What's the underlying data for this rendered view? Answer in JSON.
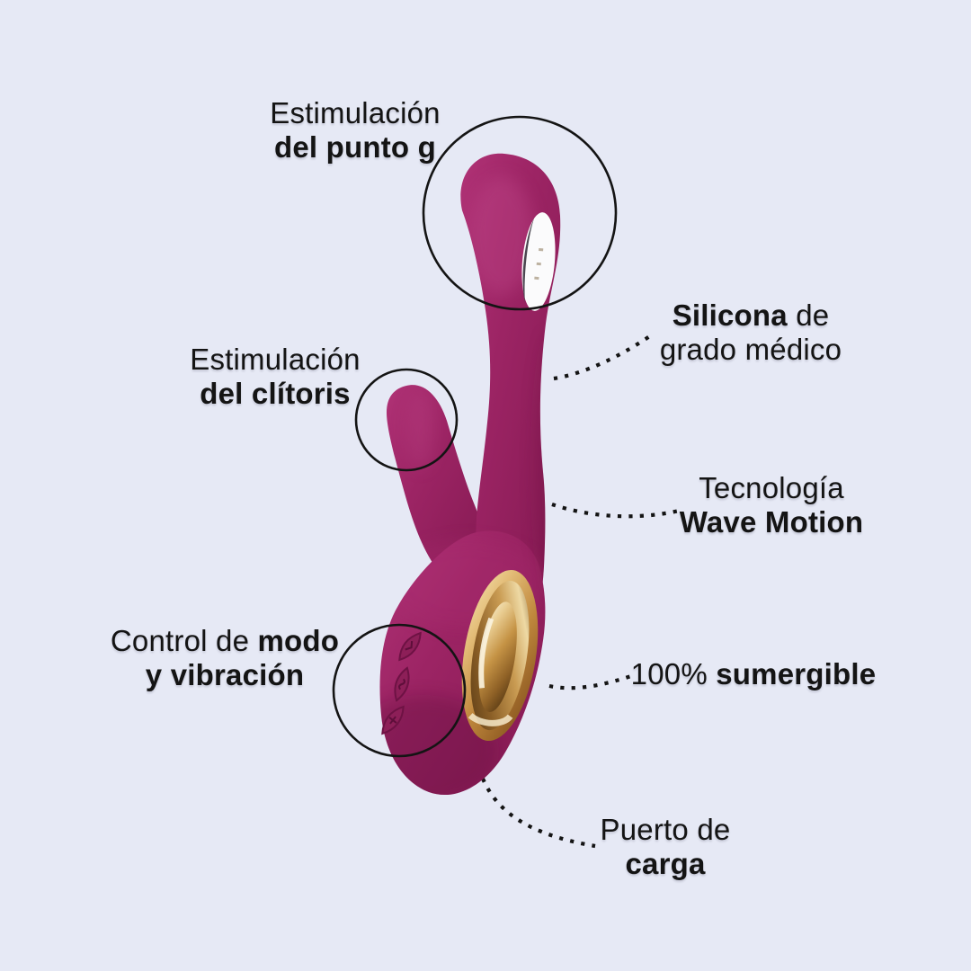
{
  "colors": {
    "page_bg": "#E6E9F5",
    "text_color": "#141414",
    "product_magenta": "#9C2464",
    "product_dark": "#7E174E",
    "gold": "#C9964B",
    "annotation_black": "#141414",
    "tip_inset_white": "#FBFBFC"
  },
  "callouts": {
    "g_spot": {
      "line1": "Estimulación",
      "line2": "del punto g"
    },
    "clitoris": {
      "line1": "Estimulación",
      "line2": "del clítoris"
    },
    "mode_control": {
      "line1_pre": "Control de ",
      "line1_em": "modo",
      "line2": "y vibración"
    },
    "silicone": {
      "line1_em": "Silicona",
      "line1_post": " de",
      "line2": "grado médico"
    },
    "wave_tech": {
      "line1": "Tecnología",
      "line2": "Wave Motion"
    },
    "submersible": {
      "pre": "100% ",
      "em": "sumergible"
    },
    "charging_port": {
      "line1": "Puerto de",
      "line2": "carga"
    }
  }
}
